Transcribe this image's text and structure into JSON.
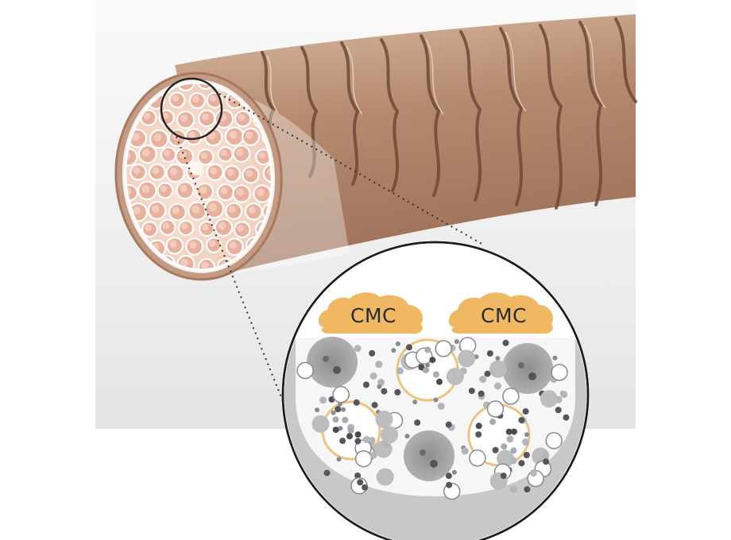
{
  "labels": {
    "cmc_left": "CMC",
    "cmc_right": "CMC"
  },
  "colors": {
    "cmc_fill": "#f1b863",
    "hair_base": "#b98d72",
    "hair_dark": "#6e4a38",
    "cortex_cell": "#e9b6a4",
    "membrane_ring": "#efc27f"
  },
  "icons": [
    "magnifier-circle",
    "dotted-zoom-lines"
  ]
}
